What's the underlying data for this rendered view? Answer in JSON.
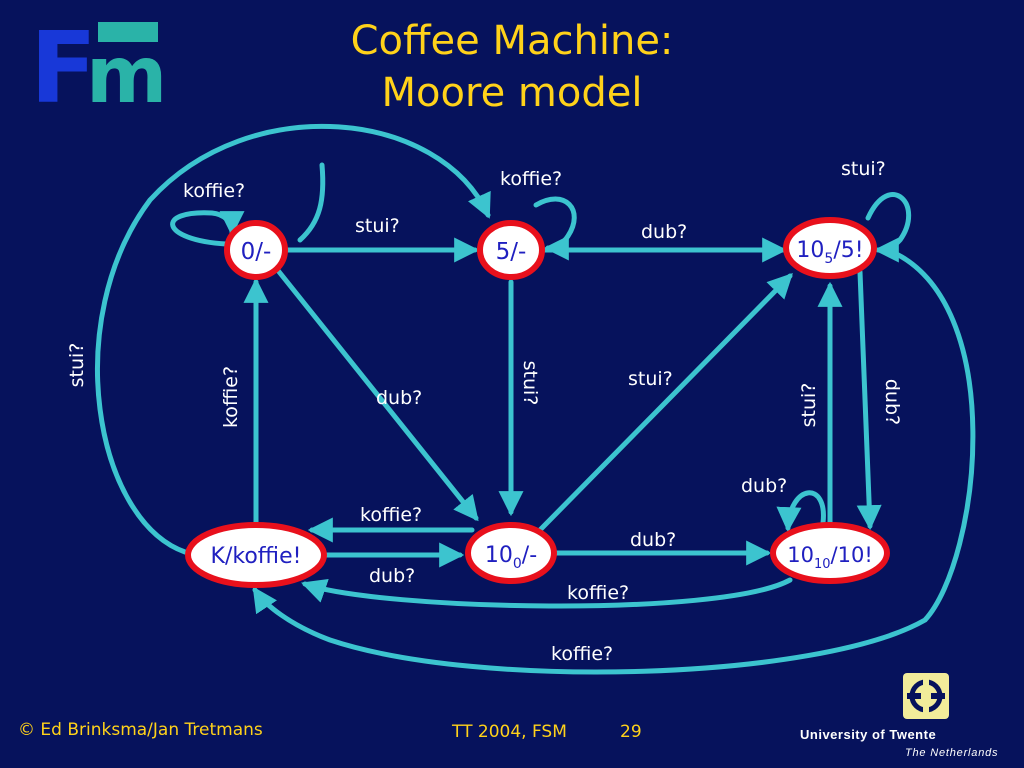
{
  "slide": {
    "title_line1": "Coffee Machine:",
    "title_line2": "Moore model"
  },
  "logo": {
    "letters": "Fm",
    "name": "fm-logo"
  },
  "colors": {
    "background": "#06125c",
    "arrow": "#3cc4cf",
    "state_ring": "#e8101c",
    "state_fill": "#ffffff",
    "state_text": "#2020c0",
    "label_text": "#ffffff",
    "title_text": "#ffd21a"
  },
  "states": {
    "s0": "0/-",
    "s5": "5/-",
    "s105": {
      "main": "10",
      "sub": "5",
      "rest": "/5!"
    },
    "sk": "K/koffie!",
    "s100": {
      "main": "10",
      "sub": "0",
      "rest": "/-"
    },
    "s1010": {
      "main": "10",
      "sub": "10",
      "rest": "/10!"
    }
  },
  "labels": {
    "s0_self": "koffie?",
    "s0_s5": "stui?",
    "s5_self": "koffie?",
    "s5_s105": "dub?",
    "s105_self": "stui?",
    "s0_s100": "dub?",
    "s5_s100": "stui?",
    "s100_s105": "stui?",
    "sk_s0": "koffie?",
    "sk_s5": "stui?",
    "s1010_s105": "stui?",
    "s105_s1010": "dub?",
    "s1010_self": "dub?",
    "s100_sk": "koffie?",
    "sk_s100": "dub?",
    "s100_s1010": "dub?",
    "s1010_sk": "koffie?",
    "s105_sk": "koffie?"
  },
  "footer": {
    "author": "© Ed Brinksma/Jan Tretmans",
    "course": "TT 2004, FSM",
    "page": "29",
    "university": "University of Twente",
    "country": "The Netherlands"
  }
}
